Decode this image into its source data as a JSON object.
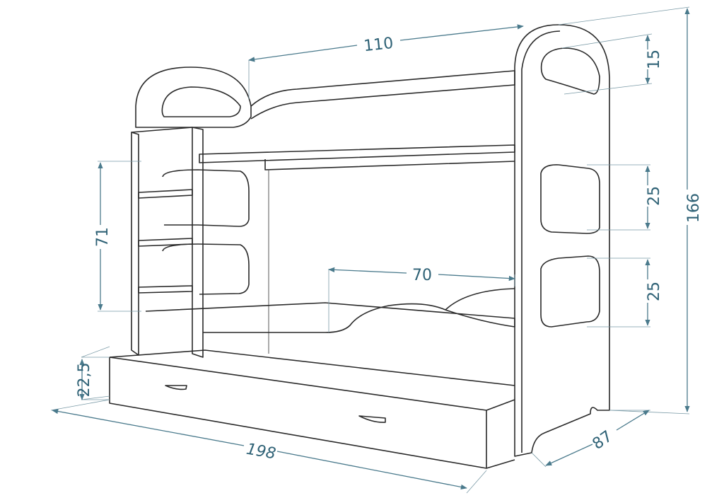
{
  "title": "Bunk bed with trundle drawer - dimensions (cm)",
  "colors": {
    "dimension": "#3e6e80",
    "outline": "#2a2a2a"
  },
  "dimensions": {
    "top_length": "110",
    "headboard_opening_height": "15",
    "total_height": "166",
    "ladder_height": "71",
    "guard_opening_length": "70",
    "side_opening_upper": "25",
    "side_opening_lower": "25",
    "drawer_height": "22,5",
    "total_length": "198",
    "depth": "87"
  }
}
